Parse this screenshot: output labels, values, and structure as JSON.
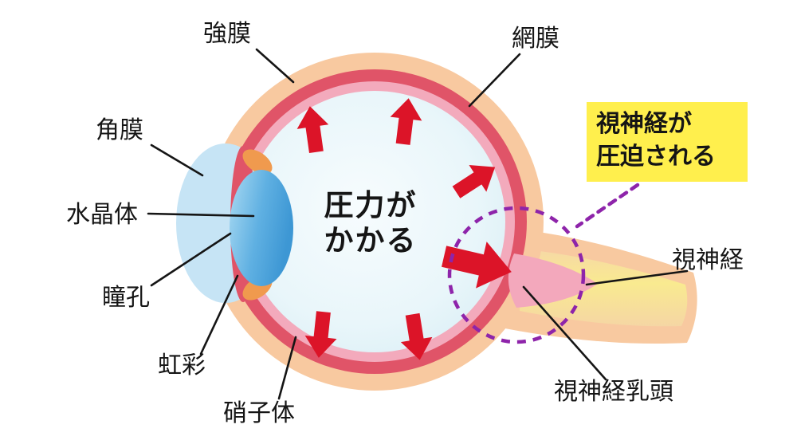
{
  "diagram": {
    "center_text": {
      "line1": "圧力が",
      "line2": "かかる"
    },
    "callout": {
      "line1": "視神経が",
      "line2": "圧迫される"
    },
    "labels": {
      "sclera": "強膜",
      "retina": "網膜",
      "cornea": "角膜",
      "lens": "水晶体",
      "pupil": "瞳孔",
      "iris": "虹彩",
      "vitreous": "硝子体",
      "optic_nerve": "視神経",
      "optic_disc": "視神経乳頭"
    },
    "colors": {
      "arrow_red": "#dc1428",
      "callout_yellow": "#ffef4d",
      "dashed_purple": "#8e24aa",
      "sclera_peach": "#f8c9a0",
      "retina_red": "#e05468",
      "retina_pink": "#f3aabc",
      "interior_blue": "#e9f6fa",
      "lens_blue": "#4da3dc",
      "nerve_yellow": "#f9ea90",
      "line_black": "#151515"
    }
  }
}
